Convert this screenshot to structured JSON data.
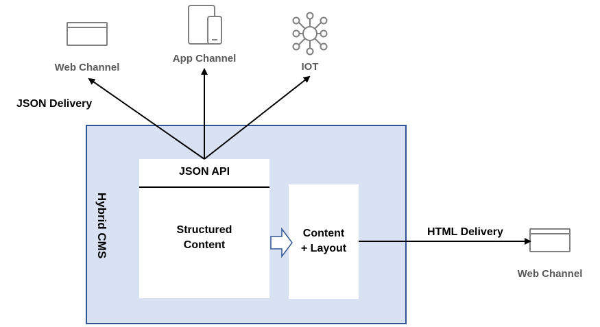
{
  "channels": {
    "web_top": "Web Channel",
    "app": "App Channel",
    "iot": "IOT",
    "web_right": "Web Channel"
  },
  "delivery": {
    "json": "JSON Delivery",
    "html": "HTML Delivery"
  },
  "cms": {
    "title": "Hybrid CMS",
    "api": "JSON API",
    "structured_line1": "Structured",
    "structured_line2": "Content",
    "layout_line1": "Content",
    "layout_line2": "+ Layout"
  },
  "colors": {
    "cms_fill": "#d9e2f3",
    "cms_border": "#2f5597",
    "icon_stroke": "#7f7f7f",
    "arrow": "#000000",
    "block_arrow": "#2f5597"
  }
}
